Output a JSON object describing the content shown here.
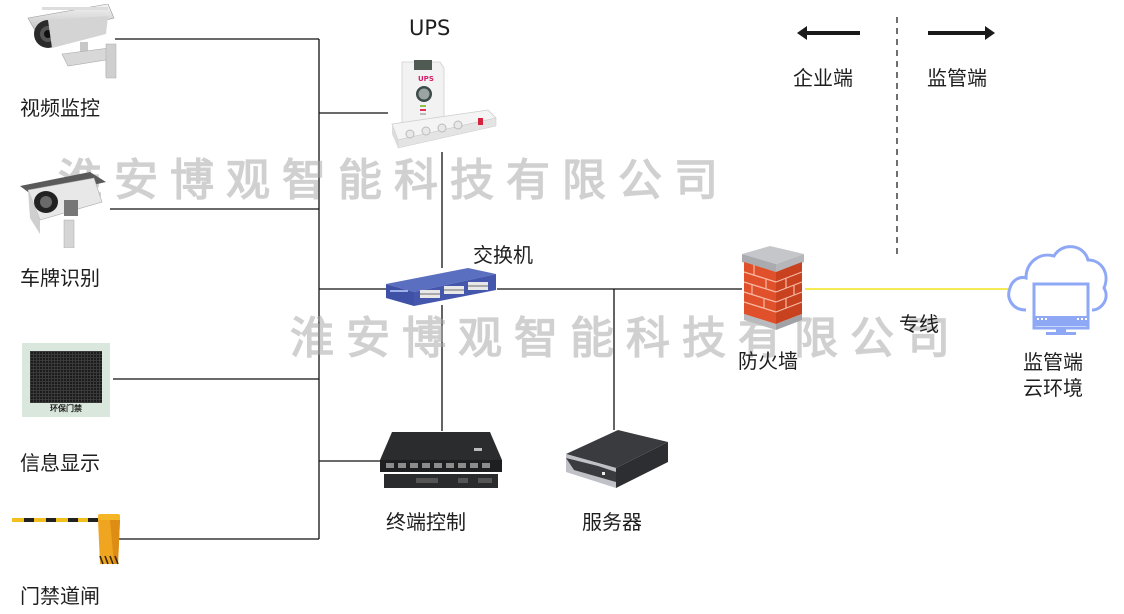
{
  "diagram": {
    "title": "Network topology",
    "watermark": "淮安博观智能科技有限公司",
    "legend": {
      "left_label": "企业端",
      "right_label": "监管端",
      "left_arrow_icon": "arrow-left-icon",
      "right_arrow_icon": "arrow-right-icon"
    },
    "nodes": {
      "video_surveillance": {
        "label": "视频监控",
        "icon": "bullet-camera-icon"
      },
      "plate_recognition": {
        "label": "车牌识别",
        "icon": "box-camera-icon"
      },
      "info_display": {
        "label": "信息显示",
        "icon": "led-display-icon",
        "screen_caption": "环保门禁"
      },
      "gate_barrier": {
        "label": "门禁道闸",
        "icon": "barrier-gate-icon"
      },
      "ups": {
        "label": "UPS",
        "icon": "ups-icon",
        "device_text": "UPS"
      },
      "switch": {
        "label": "交换机",
        "icon": "network-switch-icon"
      },
      "terminal_control": {
        "label": "终端控制",
        "icon": "terminal-controller-icon"
      },
      "server": {
        "label": "服务器",
        "icon": "server-icon"
      },
      "firewall": {
        "label": "防火墙",
        "icon": "firewall-icon"
      },
      "cloud": {
        "label_line1": "监管端",
        "label_line2": "云环境",
        "icon": "cloud-monitor-icon"
      }
    },
    "links": {
      "dedicated_line_label": "专线",
      "dedicated_line_color": "#f2e21c",
      "wire_color": "#111111",
      "cloud_color": "#8fa8f5",
      "firewall_color": "#e0502a"
    }
  }
}
